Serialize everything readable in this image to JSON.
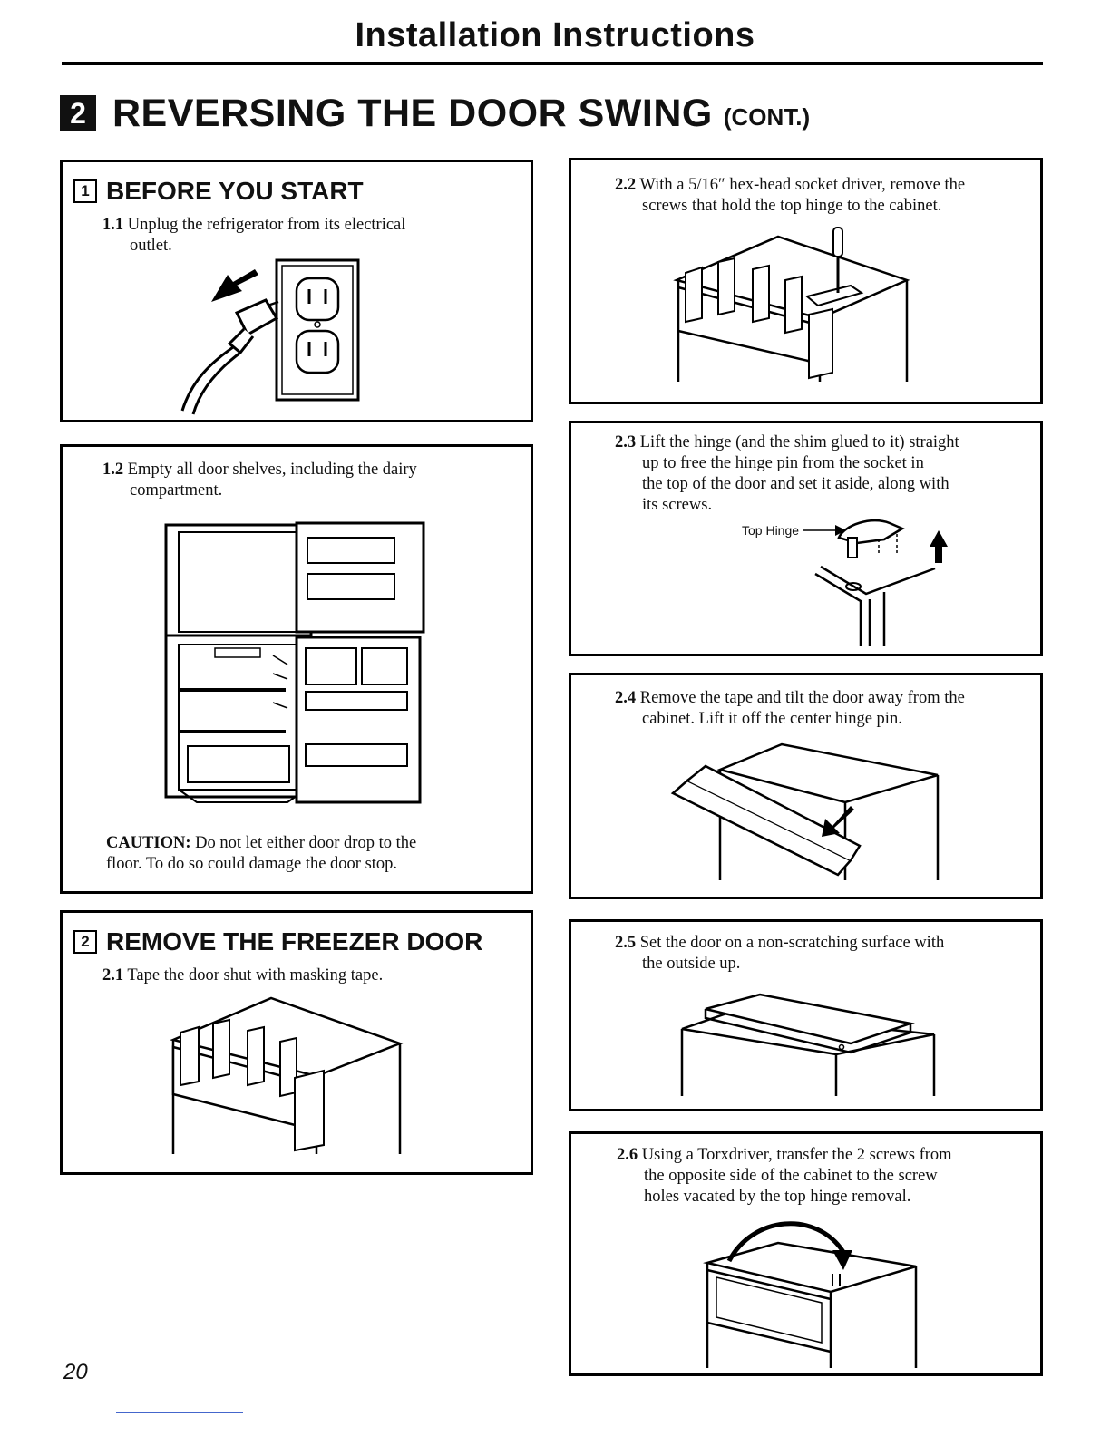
{
  "header": {
    "title": "Installation Instructions"
  },
  "section": {
    "number": "2",
    "title": "REVERSING THE DOOR SWING",
    "suffix": "(CONT.)"
  },
  "before_start": {
    "number": "1",
    "title": "BEFORE YOU START",
    "step_1_1": {
      "num": "1.1",
      "line1": "Unplug the refrigerator from its electrical",
      "line2": "outlet."
    }
  },
  "step_1_2": {
    "num": "1.2",
    "line1": "Empty all door shelves, including the dairy",
    "line2": "compartment.",
    "caution_label": "CAUTION:",
    "caution_line1": "Do not let either door drop to the",
    "caution_line2": "floor. To do so could damage the door stop."
  },
  "remove_freezer": {
    "number": "2",
    "title": "REMOVE THE FREEZER DOOR",
    "step_2_1": {
      "num": "2.1",
      "text": "Tape the door shut with masking tape."
    }
  },
  "step_2_2": {
    "num": "2.2",
    "line1": "With a 5/16″ hex-head socket driver, remove the",
    "line2": "screws that hold the top hinge to the cabinet."
  },
  "step_2_3": {
    "num": "2.3",
    "line1": "Lift the hinge (and the shim glued to it) straight",
    "line2": "up to free the hinge pin from the socket in",
    "line3": "the top of the door and set it aside, along with",
    "line4": "its screws.",
    "label": "Top Hinge"
  },
  "step_2_4": {
    "num": "2.4",
    "line1": "Remove the tape and tilt the door away from the",
    "line2": "cabinet. Lift it off the center hinge pin."
  },
  "step_2_5": {
    "num": "2.5",
    "line1": "Set the door on a non-scratching surface with",
    "line2": "the outside up."
  },
  "step_2_6": {
    "num": "2.6",
    "line1": "Using a Torxdriver, transfer the 2 screws from",
    "line2": "the opposite side of the cabinet to the screw",
    "line3": "holes vacated by the top hinge removal."
  },
  "footer": {
    "page_number": "20"
  }
}
